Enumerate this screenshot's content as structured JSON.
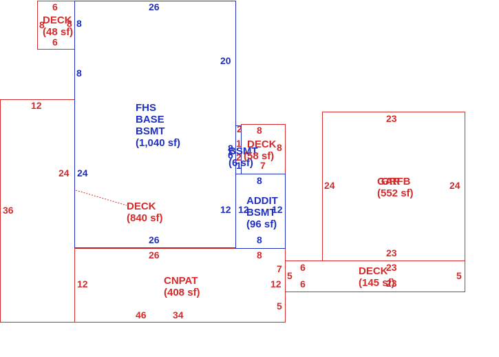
{
  "colors": {
    "red": "#d42a2a",
    "blue": "#1f2fbf",
    "background": "#ffffff"
  },
  "areas": {
    "fhs_base": {
      "line1": "FHS",
      "line2": "BASE",
      "line3": "BSMT",
      "area": "(1,040 sf)"
    },
    "deck_top": {
      "name": "DECK",
      "area": "(48 sf)"
    },
    "deck_main": {
      "name": "DECK",
      "area": "(840 sf)"
    },
    "deck_small": {
      "name": "DECK",
      "area": "(58 sf)"
    },
    "bsmt_small": {
      "name": "BSMT",
      "area": "(6 sf)"
    },
    "addit": {
      "line1": "ADDIT",
      "line2": "BSMT",
      "area": "(96 sf)"
    },
    "cnpat": {
      "name": "CNPAT",
      "area": "(408 sf)"
    },
    "garage": {
      "name1": "GAR",
      "name2": "GRFB",
      "area": "(552 sf)"
    },
    "deck_right": {
      "name": "DECK",
      "area": "(145 sf)"
    }
  },
  "dimensions": {
    "deck_top_top": "6",
    "deck_top_bottom": "6",
    "deck_top_left": "8",
    "deck_top_right": "8",
    "fhs_top": "26",
    "fhs_left_upper": "8",
    "fhs_right_upper": "20",
    "fhs_left_mid": "24",
    "fhs_bottom": "26",
    "fhs_right_lower": "12",
    "deck_main_top": "12",
    "deck_main_left": "36",
    "deck_main_mid": "24",
    "bsmt_small_top": "2",
    "bsmt_small_a": "1",
    "bsmt_small_b": "8",
    "bsmt_small_c": "6",
    "bsmt_small_d": "2",
    "bsmt_small_e": "1",
    "deck_small_top": "8",
    "deck_small_right": "8",
    "deck_small_bottom": "7",
    "addit_top": "8",
    "addit_left": "12",
    "addit_right": "12",
    "addit_bottom": "8",
    "cnpat_top": "26",
    "cnpat_top_right": "8",
    "cnpat_left": "12",
    "cnpat_right_upper": "7",
    "cnpat_right_mid": "12",
    "cnpat_right_lower": "5",
    "cnpat_bottom_a": "46",
    "cnpat_bottom_b": "34",
    "gar_top": "23",
    "gar_left": "24",
    "gar_right": "24",
    "gar_bottom": "23",
    "deck_right_top": "23",
    "deck_right_left": "5",
    "deck_right_right": "5",
    "deck_right_bottom": "23",
    "deck_right_step_top": "6",
    "deck_right_step_bottom": "6"
  }
}
